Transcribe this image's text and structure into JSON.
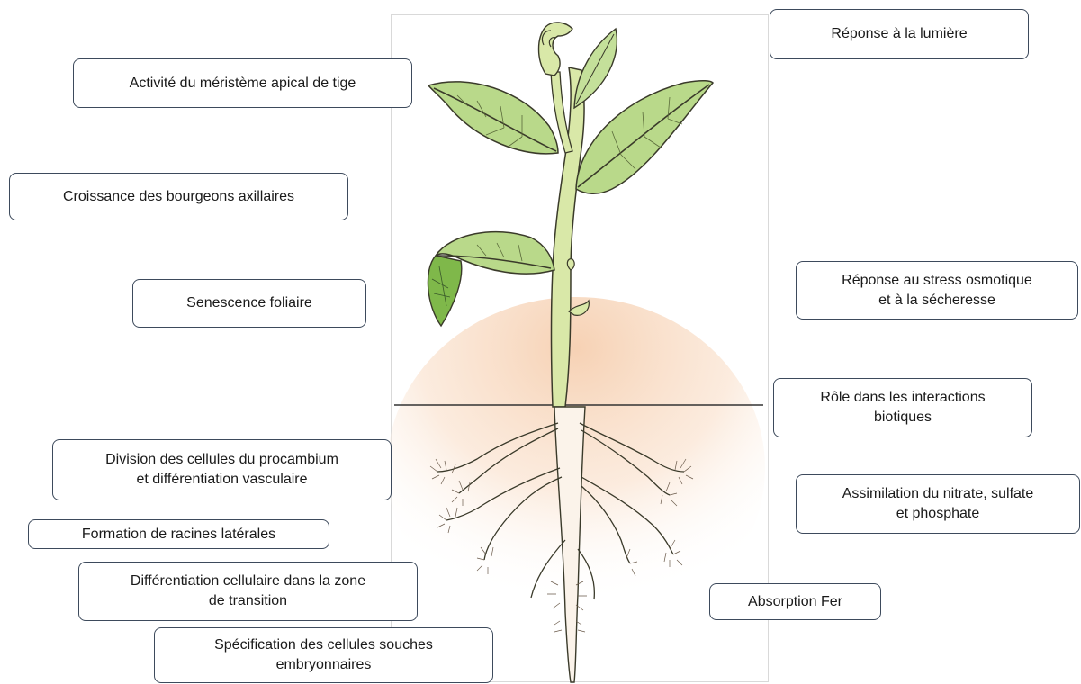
{
  "labels": {
    "light_response": "Réponse à la lumière",
    "shoot_meristem": "Activité du méristème apical de tige",
    "axillary_buds": "Croissance des bourgeons axillaires",
    "osmotic_stress": "Réponse au stress osmotique\net à la sécheresse",
    "leaf_senescence": "Senescence foliaire",
    "biotic_interactions": "Rôle dans les interactions\nbiotiques",
    "procambium": "Division des cellules du procambium\net différentiation vasculaire",
    "nutrient_assimilation": "Assimilation du nitrate, sulfate\net phosphate",
    "lateral_roots": "Formation de racines latérales",
    "transition_zone": "Différentiation cellulaire dans la zone\nde transition",
    "iron_absorption": "Absorption Fer",
    "stem_cells": "Spécification des cellules  souches\nembryonnaires"
  },
  "colors": {
    "stem": "#d9e8a8",
    "leaf": "#b9d98a",
    "leaf_dark": "#7fb84a",
    "outline": "#3a3a2a",
    "soil": "#f8dcc4",
    "box_border": "#3d4a5c"
  }
}
